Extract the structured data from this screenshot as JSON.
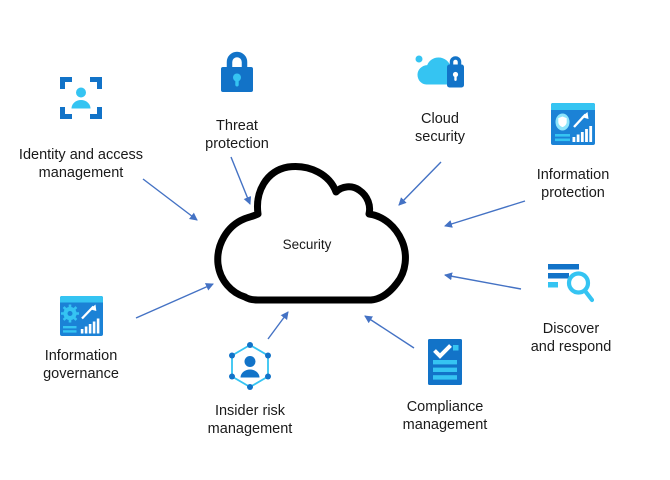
{
  "diagram": {
    "center": {
      "label": "Security"
    },
    "nodes": [
      {
        "label": "Identity and access\nmanagement",
        "icon": "identity-scan-icon"
      },
      {
        "label": "Threat\nprotection",
        "icon": "lock-icon"
      },
      {
        "label": "Cloud\nsecurity",
        "icon": "cloud-lock-icon"
      },
      {
        "label": "Information\nprotection",
        "icon": "report-shield-icon"
      },
      {
        "label": "Discover\nand respond",
        "icon": "search-findings-icon"
      },
      {
        "label": "Compliance\nmanagement",
        "icon": "checklist-document-icon"
      },
      {
        "label": "Insider risk\nmanagement",
        "icon": "person-hexagon-network-icon"
      },
      {
        "label": "Information\ngovernance",
        "icon": "report-gear-icon"
      }
    ],
    "colors": {
      "icon_blue": "#1273c8",
      "icon_cyan": "#35c4f2",
      "icon_light_cyan": "#8ce4fb",
      "panel_blue": "#1b82d6",
      "arrow_blue": "#4472c4",
      "cloud_outline": "#000000",
      "text": "#1a1a1a",
      "background": "#ffffff"
    }
  }
}
